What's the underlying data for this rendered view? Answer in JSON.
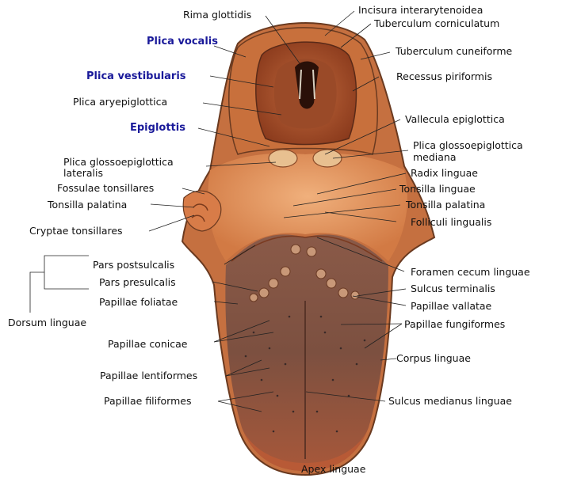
{
  "labels": {
    "rima_glottidis": "Rima glottidis",
    "incisura_interarytenoidea": "Incisura interarytenoidea",
    "tuberculum_corniculatum": "Tuberculum corniculatum",
    "plica_vocalis": "Plica vocalis",
    "tuberculum_cuneiforme": "Tuberculum cuneiforme",
    "plica_vestibularis": "Plica vestibularis",
    "recessus_piriformis": "Recessus piriformis",
    "plica_aryepiglottica": "Plica aryepiglottica",
    "vallecula_epiglottica": "Vallecula epiglottica",
    "epiglottis": "Epiglottis",
    "plica_glossoepiglottica_mediana_1": "Plica glossoepiglottica",
    "plica_glossoepiglottica_mediana_2": "mediana",
    "plica_glossoepiglottica_lateralis_1": "Plica  glossoepiglottica",
    "plica_glossoepiglottica_lateralis_2": "lateralis",
    "radix_linguae": "Radix linguae",
    "fossulae_tonsillares": "Fossulae tonsillares",
    "tonsilla_linguae": "Tonsilla linguae",
    "tonsilla_palatina_left": "Tonsilla palatina",
    "tonsilla_palatina_right": "Tonsilla palatina",
    "folliculi_lingualis": "Folliculi lingualis",
    "cryptae_tonsillares": "Cryptae tonsillares",
    "pars_postsulcalis": "Pars postsulcalis",
    "foramen_cecum_linguae": "Foramen cecum linguae",
    "pars_presulcalis": "Pars presulcalis",
    "sulcus_terminalis": "Sulcus terminalis",
    "papillae_foliatae": "Papillae foliatae",
    "papillae_vallatae": "Papillae vallatae",
    "dorsum_linguae": "Dorsum linguae",
    "papillae_fungiformes": "Papillae fungiformes",
    "papillae_conicae": "Papillae conicae",
    "corpus_linguae": "Corpus linguae",
    "papillae_lentiformes": "Papillae lentiformes",
    "papillae_filiformes": "Papillae filiformes",
    "sulcus_medianus_linguae": "Sulcus medianus linguae",
    "apex_linguae": "Apex linguae"
  },
  "colors": {
    "accent_label": "#1a1a9a",
    "tongue_body": "#b86a3c",
    "tongue_dark": "#7a4a3a",
    "root_light": "#e8a070",
    "larynx_dark": "#5a2a18"
  }
}
